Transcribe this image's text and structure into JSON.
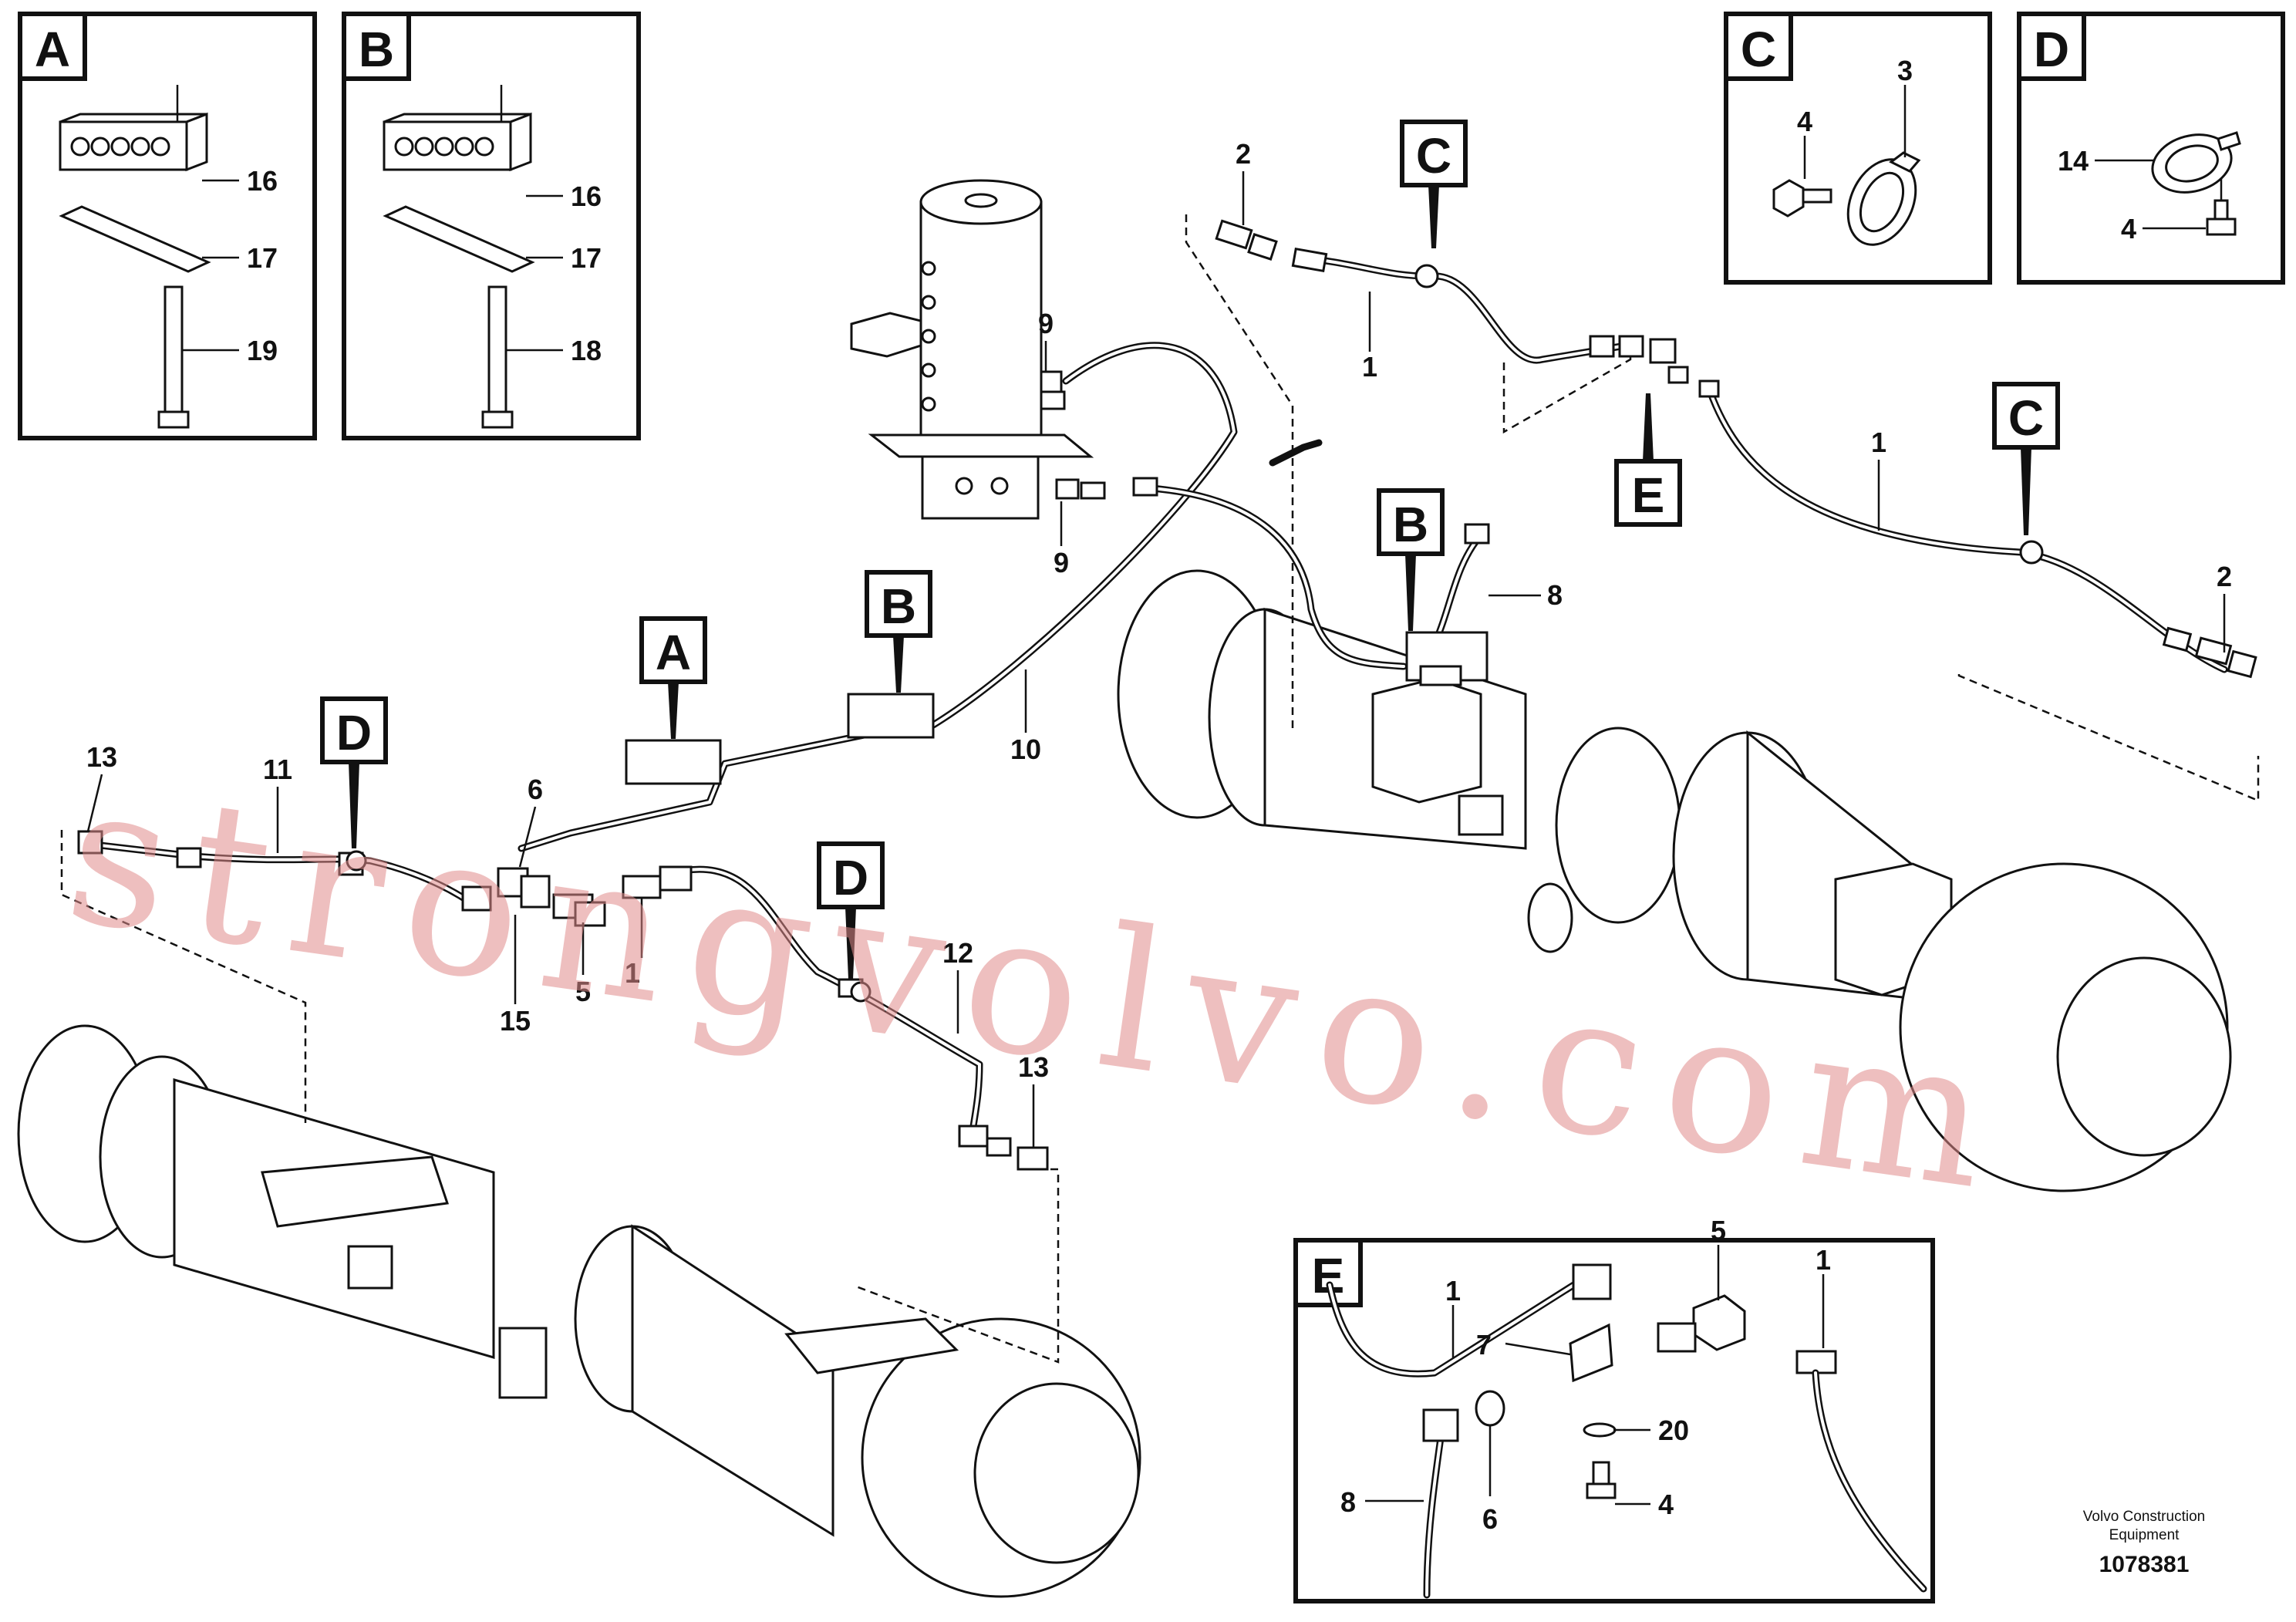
{
  "detail_boxes": {
    "A": {
      "letter": "A",
      "labels": [
        "16",
        "17",
        "19"
      ]
    },
    "B": {
      "letter": "B",
      "labels": [
        "16",
        "17",
        "18"
      ]
    },
    "C": {
      "letter": "C",
      "labels": [
        "3",
        "4"
      ]
    },
    "D": {
      "letter": "D",
      "labels": [
        "14",
        "4"
      ]
    },
    "E": {
      "letter": "E",
      "labels": [
        "1",
        "5",
        "1",
        "7",
        "20",
        "8",
        "6",
        "4"
      ]
    }
  },
  "callout_letters": [
    "C",
    "C",
    "E",
    "B",
    "B",
    "A",
    "D",
    "D"
  ],
  "part_numbers": [
    "2",
    "1",
    "9",
    "9",
    "1",
    "2",
    "8",
    "10",
    "13",
    "11",
    "6",
    "1",
    "12",
    "15",
    "5",
    "13"
  ],
  "watermark": "strongvolvo.com",
  "footer": {
    "company_line1": "Volvo Construction",
    "company_line2": "Equipment",
    "drawing_number": "1078381"
  }
}
